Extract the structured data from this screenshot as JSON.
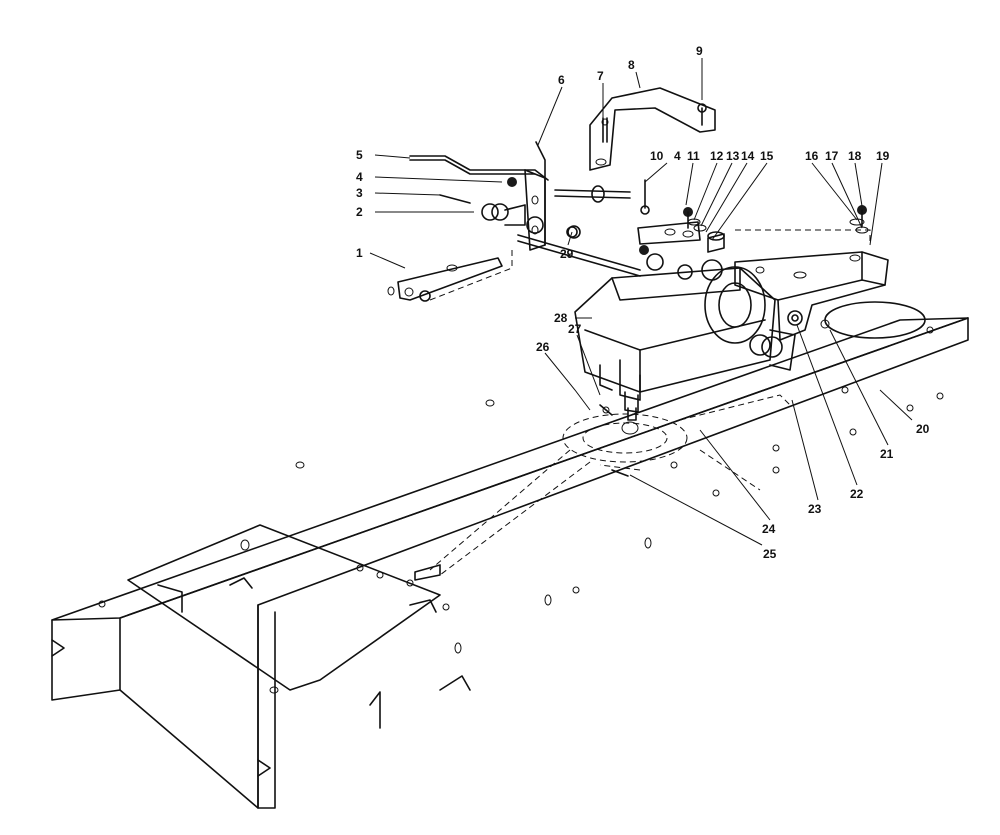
{
  "callouts": [
    {
      "id": "1",
      "label": "1"
    },
    {
      "id": "2",
      "label": "2"
    },
    {
      "id": "3",
      "label": "3"
    },
    {
      "id": "4a",
      "label": "4"
    },
    {
      "id": "5",
      "label": "5"
    },
    {
      "id": "6",
      "label": "6"
    },
    {
      "id": "7",
      "label": "7"
    },
    {
      "id": "8",
      "label": "8"
    },
    {
      "id": "9",
      "label": "9"
    },
    {
      "id": "10",
      "label": "10"
    },
    {
      "id": "4b",
      "label": "4"
    },
    {
      "id": "11",
      "label": "11"
    },
    {
      "id": "12",
      "label": "12"
    },
    {
      "id": "13",
      "label": "13"
    },
    {
      "id": "14",
      "label": "14"
    },
    {
      "id": "15",
      "label": "15"
    },
    {
      "id": "16",
      "label": "16"
    },
    {
      "id": "17",
      "label": "17"
    },
    {
      "id": "18",
      "label": "18"
    },
    {
      "id": "19",
      "label": "19"
    },
    {
      "id": "20",
      "label": "20"
    },
    {
      "id": "21",
      "label": "21"
    },
    {
      "id": "22",
      "label": "22"
    },
    {
      "id": "23",
      "label": "23"
    },
    {
      "id": "24",
      "label": "24"
    },
    {
      "id": "25",
      "label": "25"
    },
    {
      "id": "26",
      "label": "26"
    },
    {
      "id": "27",
      "label": "27"
    },
    {
      "id": "28",
      "label": "28"
    },
    {
      "id": "29",
      "label": "29"
    }
  ],
  "colors": {
    "line": "#111111",
    "background": "#ffffff"
  }
}
